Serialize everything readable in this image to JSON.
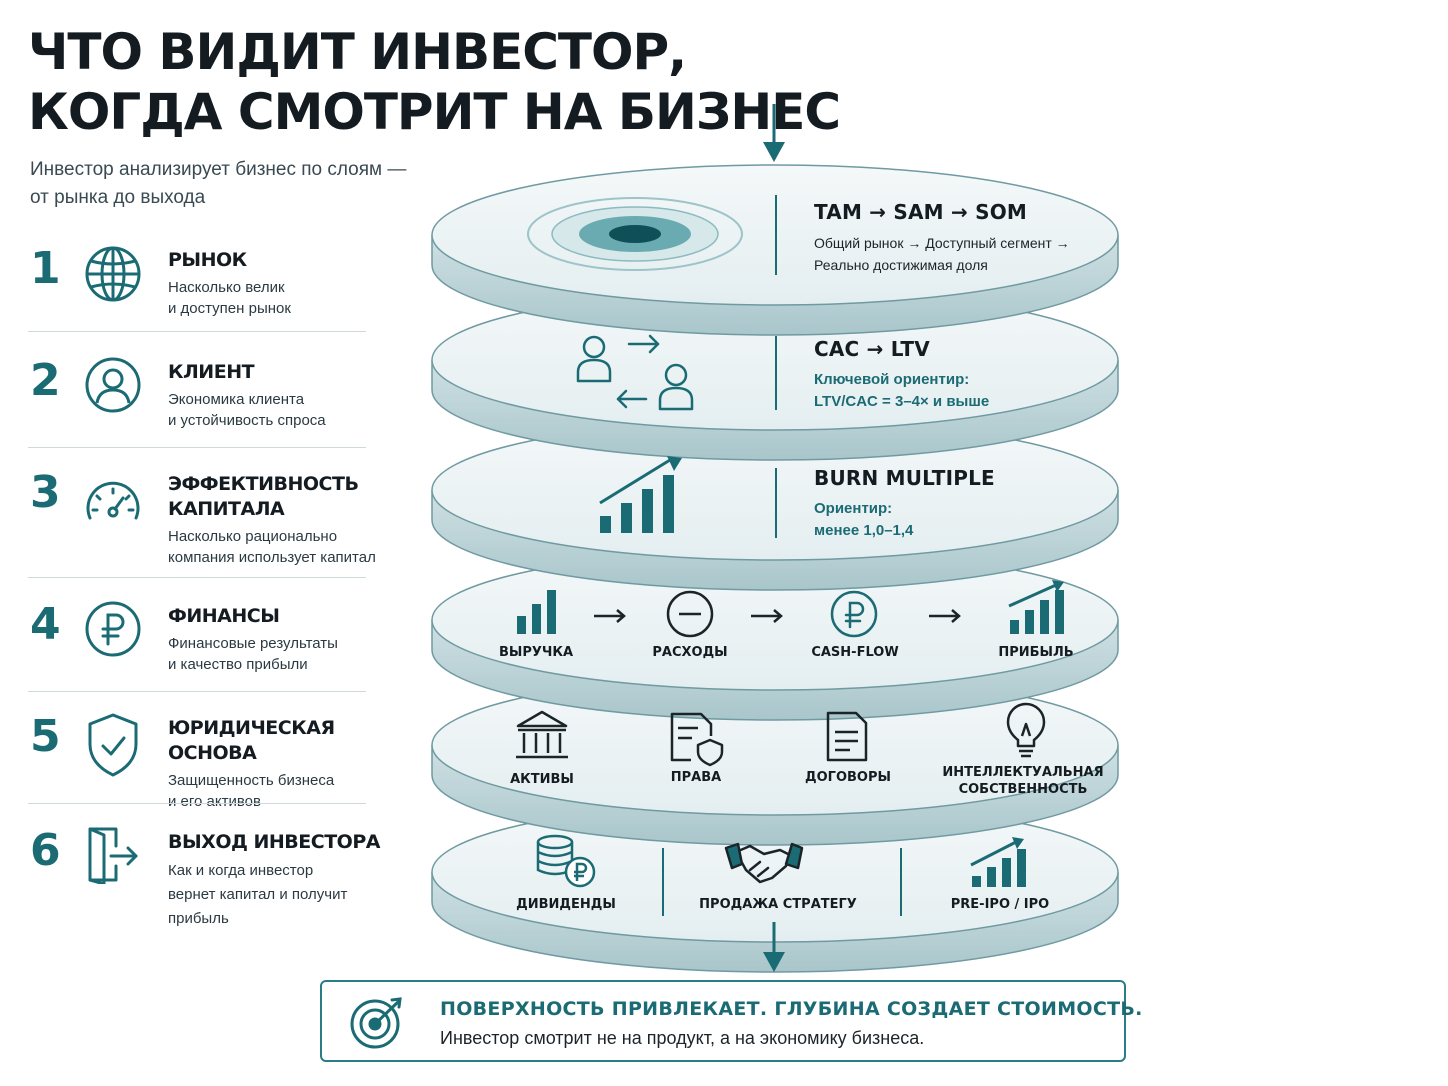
{
  "title": {
    "line1": "ЧТО ВИДИТ ИНВЕСТОР,",
    "line2": "КОГДА СМОТРИТ НА БИЗНЕС"
  },
  "subtitle": {
    "line1": "Инвестор анализирует бизнес по слоям —",
    "line2": "от рынка до выхода"
  },
  "layers": [
    {
      "num": "1",
      "title": "РЫНОК",
      "desc1": "Насколько велик",
      "desc2": "и доступен рынок",
      "icon": "globe-icon"
    },
    {
      "num": "2",
      "title": "КЛИЕНТ",
      "desc1": "Экономика клиента",
      "desc2": "и устойчивость спроса",
      "icon": "user-icon"
    },
    {
      "num": "3",
      "title": "ЭФФЕКТИВНОСТЬ",
      "title2": "КАПИТАЛА",
      "desc1": "Насколько рационально",
      "desc2": "компания использует капитал",
      "icon": "gauge-icon"
    },
    {
      "num": "4",
      "title": "ФИНАНСЫ",
      "desc1": "Финансовые результаты",
      "desc2": "и качество прибыли",
      "icon": "ruble-icon"
    },
    {
      "num": "5",
      "title": "ЮРИДИЧЕСКАЯ ОСНОВА",
      "desc1": "Защищенность бизнеса",
      "desc2": "и его активов",
      "icon": "shield-icon"
    },
    {
      "num": "6",
      "title": "ВЫХОД ИНВЕСТОРА",
      "desc1": "Как и когда инвестор",
      "desc2": "вернет капитал и получит",
      "desc3": "прибыль",
      "icon": "exit-door-icon"
    }
  ],
  "discs": {
    "market": {
      "head_a": "TAM",
      "head_b": "SAM",
      "head_c": "SOM",
      "arrow": "→",
      "sub1": "Общий рынок → Доступный сегмент →",
      "sub2": "Реально достижимая доля"
    },
    "client": {
      "head_a": "CAC",
      "head_b": "LTV",
      "arrow": "→",
      "sub1": "Ключевой ориентир:",
      "sub2": "LTV/CAC = 3–4× и выше"
    },
    "efficiency": {
      "head": "BURN MULTIPLE",
      "sub1": "Ориентир:",
      "sub2": "менее 1,0–1,4"
    },
    "finance": {
      "items": [
        "ВЫРУЧКА",
        "РАСХОДЫ",
        "CASH-FLOW",
        "ПРИБЫЛЬ"
      ]
    },
    "legal": {
      "items": [
        "АКТИВЫ",
        "ПРАВА",
        "ДОГОВОРЫ",
        "ИНТЕЛЛЕКТУАЛЬНАЯ",
        "СОБСТВЕННОСТЬ"
      ]
    },
    "exit": {
      "items": [
        "ДИВИДЕНДЫ",
        "ПРОДАЖА СТРАТЕГУ",
        "PRE-IPO / IPO"
      ]
    }
  },
  "bottom": {
    "title": "ПОВЕРХНОСТЬ ПРИВЛЕКАЕТ. ГЛУБИНА СОЗДАЕТ СТОИМОСТЬ.",
    "sub": "Инвестор смотрит не на продукт, а на экономику бизнеса."
  },
  "colors": {
    "teal": "#1b6b74",
    "teal_dark": "#0f4f57",
    "text": "#141c22"
  }
}
